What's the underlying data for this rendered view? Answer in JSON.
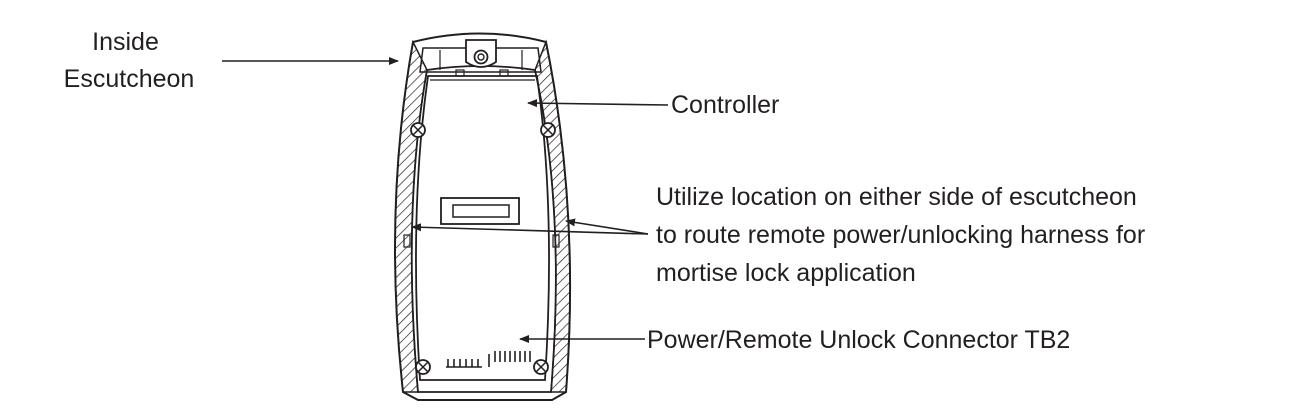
{
  "labels": {
    "inside_escutcheon": [
      "Inside",
      "Escutcheon"
    ],
    "controller": "Controller",
    "route_note": [
      "Utilize location on either side of escutcheon",
      "to route remote power/unlocking harness for",
      "mortise lock application"
    ],
    "connector": "Power/Remote Unlock Connector TB2"
  },
  "colors": {
    "stroke": "#231f20",
    "background": "#ffffff"
  }
}
